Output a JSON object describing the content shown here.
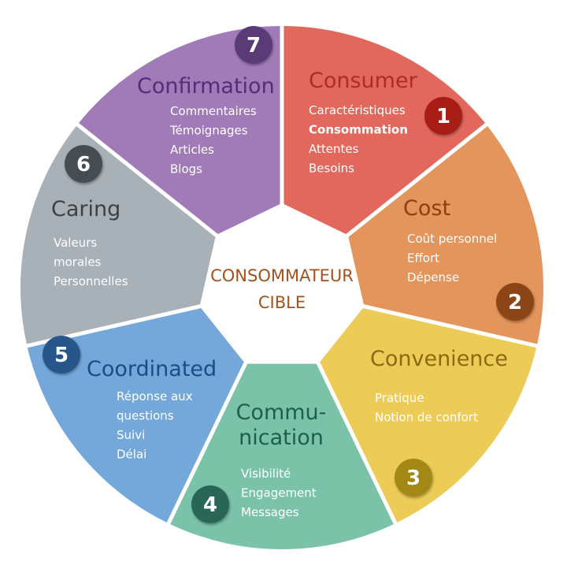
{
  "center": {
    "line1": "CONSOMMATEUR",
    "line2": "CIBLE"
  },
  "segments": [
    {
      "number": "1",
      "title": [
        "Consumer"
      ],
      "items": [
        "Caractéristiques",
        "Consommation",
        "Attentes",
        "Besoins"
      ],
      "color": "#e2685e",
      "title_color": "#b02c22",
      "badge_color": "#a81d18"
    },
    {
      "number": "2",
      "title": [
        "Cost"
      ],
      "items": [
        "Coût personnel",
        "Effort",
        "Dépense"
      ],
      "color": "#e3955b",
      "title_color": "#8f3e12",
      "badge_color": "#8c4414"
    },
    {
      "number": "3",
      "title": [
        "Convenience"
      ],
      "items": [
        "Pratique",
        "Notion de confort"
      ],
      "color": "#edcb57",
      "title_color": "#8a6a12",
      "badge_color": "#a48818"
    },
    {
      "number": "4",
      "title": [
        "Commu-",
        "nication"
      ],
      "items": [
        "Visibilité",
        "Engagement",
        "Messages"
      ],
      "color": "#7ac3a9",
      "title_color": "#1f5d4d",
      "badge_color": "#2a6655"
    },
    {
      "number": "5",
      "title": [
        "Coordinated"
      ],
      "items": [
        "Réponse aux",
        "questions",
        "Suivi",
        "Délai"
      ],
      "color": "#74a8db",
      "title_color": "#1c4c86",
      "badge_color": "#27568a"
    },
    {
      "number": "6",
      "title": [
        "Caring"
      ],
      "items": [
        "Valeurs",
        "morales",
        "Personnelles"
      ],
      "color": "#a8b1b7",
      "title_color": "#3a4246",
      "badge_color": "#454d53"
    },
    {
      "number": "7",
      "title": [
        "Confirmation"
      ],
      "items": [
        "Commentaires",
        "Témoignages",
        "Articles",
        "Blogs"
      ],
      "color": "#a07bb7",
      "title_color": "#542d7a",
      "badge_color": "#5a3a78"
    }
  ]
}
